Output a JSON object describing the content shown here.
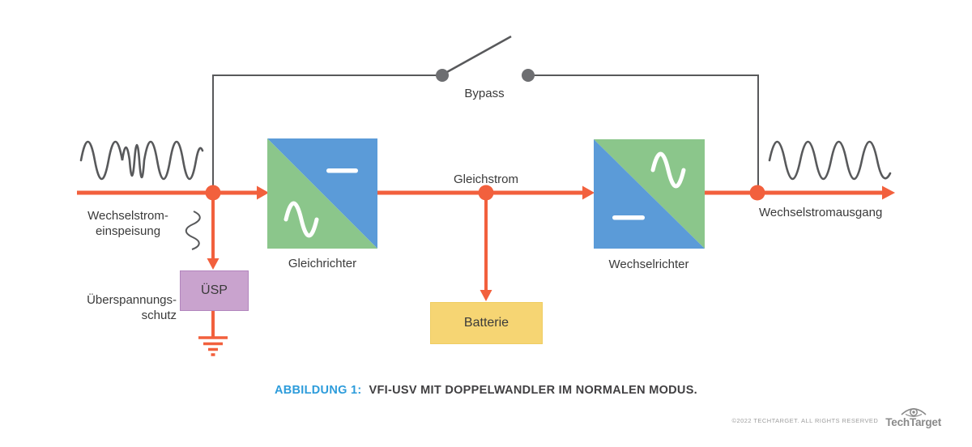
{
  "colors": {
    "power_line_orange": "#F2603D",
    "signal_line_gray": "#58595B",
    "converter_blue": "#5B9BD8",
    "converter_green": "#8BC68B",
    "usp_fill": "#C9A3CE",
    "usp_border": "#B285BD",
    "battery_fill": "#F6D573",
    "caption_blue": "#2D9CDB",
    "text_dark": "#3A3A3A",
    "footer_gray": "#9E9E9E"
  },
  "diagram": {
    "bypass_label": "Bypass",
    "input_label_line1": "Wechselstrom-",
    "input_label_line2": "einspeisung",
    "surge_label_line1": "Überspannungs-",
    "surge_label_line2": "schutz",
    "usp_box_label": "ÜSP",
    "rectifier_label": "Gleichrichter",
    "dc_label": "Gleichstrom",
    "battery_box_label": "Batterie",
    "inverter_label": "Wechselrichter",
    "output_label": "Wechselstromausgang"
  },
  "caption": {
    "figure_label": "ABBILDUNG 1:",
    "figure_text": "VFI-USV MIT DOPPELWANDLER IM NORMALEN MODUS."
  },
  "footer": {
    "copyright": "©2022 TECHTARGET. ALL RIGHTS RESERVED",
    "brand": "TechTarget"
  }
}
